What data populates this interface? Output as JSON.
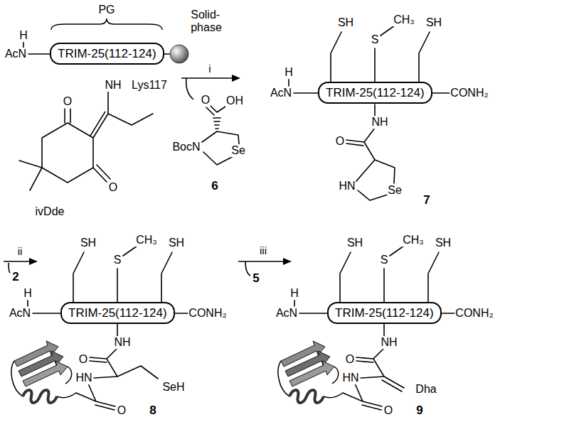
{
  "diagram": {
    "nodes": [
      {
        "text": [
          "TRIM-25(112-124)"
        ]
      },
      {
        "text": [
          "TRIM-25(112-124)"
        ]
      },
      {
        "text": [
          "TRIM-25(112-124)"
        ]
      },
      {
        "text": [
          "TRIM-25(112-124)"
        ]
      }
    ],
    "labels": [
      "PG",
      "Solid- phase",
      "H",
      "AcN",
      "NH",
      "Lys117",
      "O",
      "O",
      "ivDde",
      "i",
      "O",
      "OH",
      "BocN",
      "Se",
      "6",
      "SH",
      "S",
      "CH₃",
      "SH",
      "H",
      "AcN",
      "CONH₂",
      "NH",
      "O",
      "HN",
      "Se",
      "7",
      "ii",
      "2",
      "SH",
      "S",
      "CH₃",
      "SH",
      "H",
      "AcN",
      "CONH₂",
      "NH",
      "O",
      "HN",
      "SeH",
      "O",
      "8",
      "iii",
      "5",
      "SH",
      "S",
      "CH₃",
      "SH",
      "H",
      "AcN",
      "CONH₂",
      "NH",
      "O",
      "HN",
      "O",
      "Dha",
      "9"
    ]
  }
}
